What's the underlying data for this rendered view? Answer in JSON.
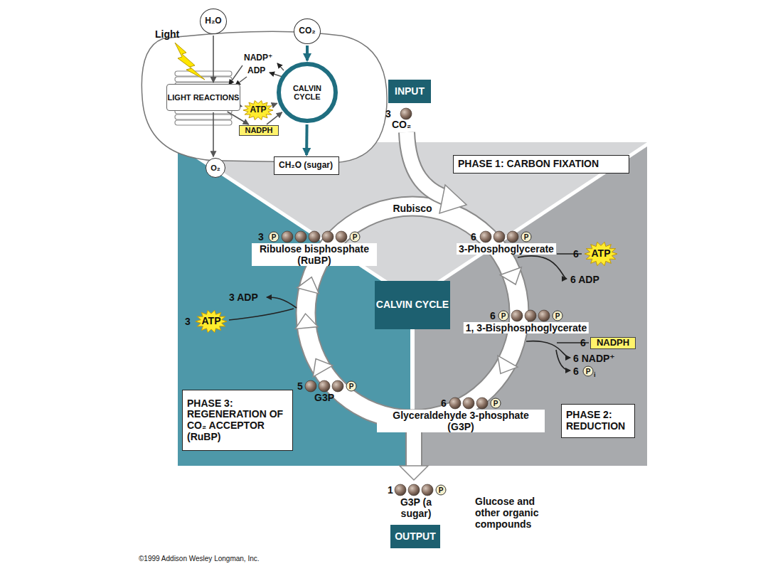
{
  "diagram": {
    "nodes": [
      {
        "text": [
          "H₂O"
        ]
      },
      {
        "text": [
          "CO₂"
        ]
      },
      {
        "text": [
          "LIGHT REACTIONS"
        ]
      },
      {
        "text": [
          "CALVIN CYCLE"
        ]
      },
      {
        "text": [
          "ATP"
        ]
      },
      {
        "text": [
          "NADPH"
        ]
      },
      {
        "text": [
          "O₂"
        ]
      },
      {
        "text": [
          "CH₂O (sugar)"
        ]
      },
      {
        "text": [
          "INPUT"
        ]
      },
      {
        "text": [
          "PHASE 1: CARBON FIXATION"
        ]
      },
      {
        "text": [
          "ATP"
        ]
      },
      {
        "text": [
          "CALVIN CYCLE"
        ]
      },
      {
        "text": [
          "ATP"
        ]
      },
      {
        "text": [
          "NADPH"
        ]
      },
      {
        "text": [
          "PHASE 3: REGENERATION OF CO₂ ACCEPTOR (RuBP)"
        ]
      },
      {
        "text": [
          "PHASE 2: REDUCTION"
        ]
      },
      {
        "text": [
          "OUTPUT"
        ]
      }
    ],
    "edges": [
      {
        "from": 0,
        "to": 2,
        "arrow": "to"
      },
      {
        "from": 2,
        "to": 6,
        "arrow": "to"
      },
      {
        "from": 1,
        "to": 3,
        "arrow": "to"
      },
      {
        "from": 3,
        "to": 7,
        "arrow": "to"
      },
      {
        "from": 2,
        "to": 4,
        "arrow": "to"
      },
      {
        "from": 4,
        "to": 3,
        "arrow": "to"
      },
      {
        "from": 2,
        "to": 5,
        "arrow": "to"
      },
      {
        "from": 5,
        "to": 3,
        "arrow": "to"
      }
    ],
    "labels": [
      "Light",
      "NADP⁺",
      "ADP",
      "3",
      "CO₂",
      "Rubisco",
      "3",
      "P",
      "P",
      "Ribulose bisphosphate (RuBP)",
      "6",
      "P",
      "3-Phosphoglycerate",
      "6",
      "6 ADP",
      "6",
      "P",
      "P",
      "1, 3-Bisphosphoglycerate",
      "6",
      "6 NADP⁺",
      "6",
      "P",
      "i",
      "3 ADP",
      "3",
      "5",
      "P",
      "G3P",
      "6",
      "P",
      "Glyceraldehyde 3-phosphate (G3P)",
      "1",
      "P",
      "G3P (a sugar)",
      "Glucose and other organic compounds",
      "©1999 Addison Wesley Longman, Inc."
    ]
  }
}
